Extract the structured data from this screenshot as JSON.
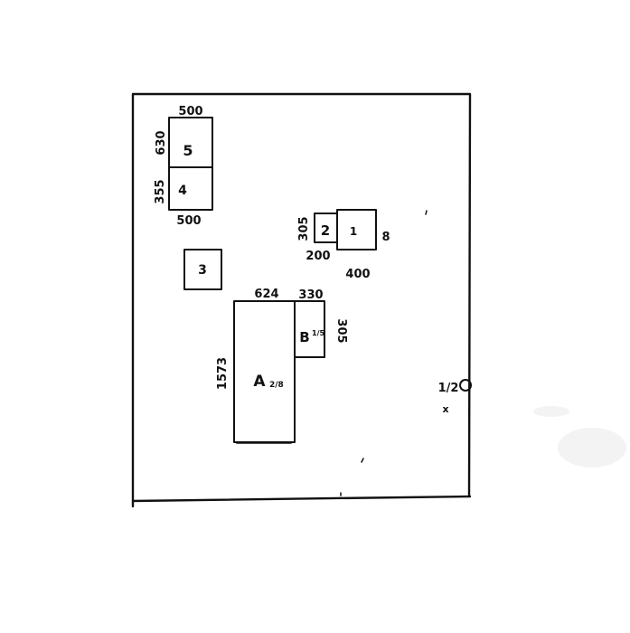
{
  "drawing": {
    "blocks": {
      "b5": {
        "label": "5",
        "width_label": "500",
        "height_label": "630"
      },
      "b4": {
        "label": "4",
        "width_label": "500",
        "height_label": "355"
      },
      "b3": {
        "label": "3"
      },
      "b2": {
        "label": "2",
        "height_label": "305",
        "width_label": "200"
      },
      "b1": {
        "label": "1",
        "width_label": "400",
        "height_label": "8"
      },
      "bA": {
        "label": "A",
        "fraction": "2/8",
        "width_label": "624",
        "height_label": "1573"
      },
      "bB": {
        "label": "B",
        "fraction": "1/5",
        "width_label": "330",
        "height_label": "305"
      }
    },
    "side_note": {
      "fraction": "1/2",
      "mark": "x"
    }
  }
}
